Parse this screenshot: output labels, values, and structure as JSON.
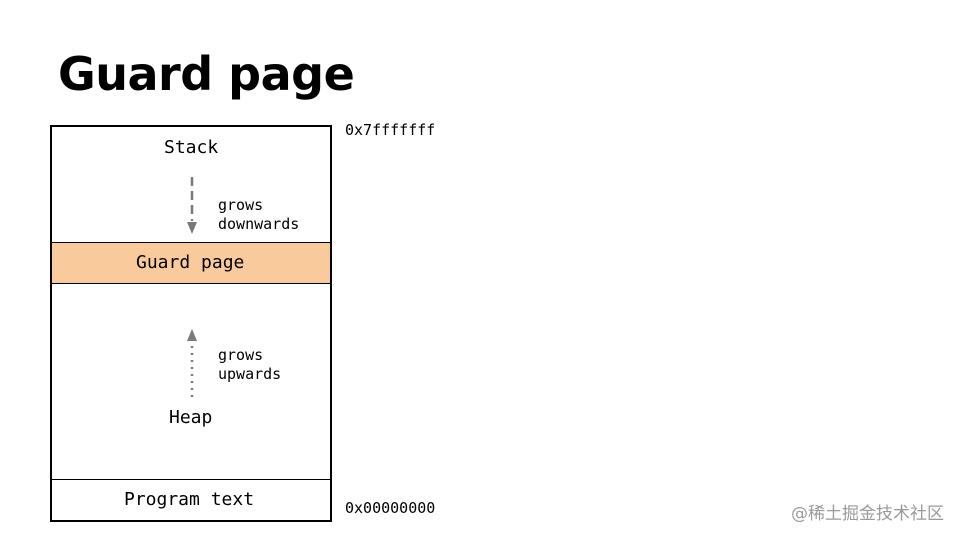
{
  "title": "Guard page",
  "diagram": {
    "segments": {
      "stack": "Stack",
      "guard": "Guard page",
      "heap": "Heap",
      "program_text": "Program text"
    },
    "stack_note": [
      "grows",
      "downwards"
    ],
    "heap_note": [
      "grows",
      "upwards"
    ],
    "addresses": {
      "top": "0x7fffffff",
      "bottom": "0x00000000"
    }
  },
  "colors": {
    "guard_fill": "#f9cb9c",
    "arrow": "#7a7a7a",
    "watermark": "#9a9a9a"
  },
  "watermark": "@稀土掘金技术社区"
}
